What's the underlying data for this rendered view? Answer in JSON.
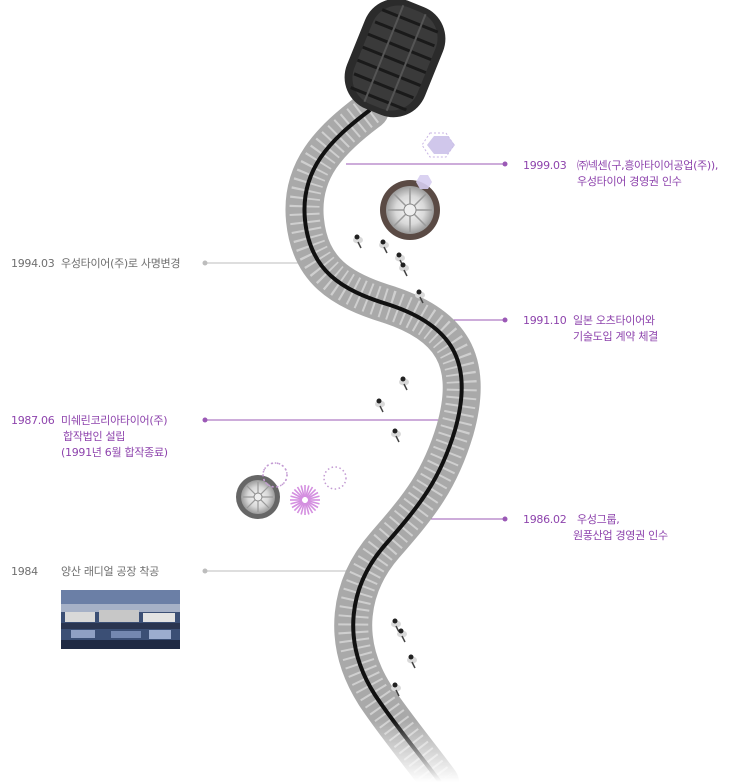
{
  "colors": {
    "purple_accent": "#9b59b6",
    "gray_text": "#6f6f6f",
    "road_gray": "#a9a9a9",
    "road_line": "#111111"
  },
  "events": [
    {
      "year": "1999.03",
      "lines": [
        "㈜넥센(구,흥아타이어공업(주)),",
        "우성타이어 경영권 인수"
      ],
      "color": "purple"
    },
    {
      "year": "1994.03",
      "lines": [
        "우성타이어(주)로 사명변경"
      ],
      "color": "gray"
    },
    {
      "year": "1991.10",
      "lines": [
        "일본 오츠타이어와",
        "기술도입 계약 체결"
      ],
      "color": "purple"
    },
    {
      "year": "1987.06",
      "lines": [
        "미쉐린코리아타이어(주)",
        "합작법인 설립",
        "(1991년 6월 합작종료)"
      ],
      "color": "purple"
    },
    {
      "year": "1986.02",
      "lines": [
        "우성그룹,",
        "원풍산업 경영권 인수"
      ],
      "color": "purple"
    },
    {
      "year": "1984",
      "lines": [
        "양산 래디얼 공장 착공"
      ],
      "color": "gray"
    }
  ],
  "icons": {
    "top_tire": "tire-icon",
    "wheel_upper": "wheel-icon",
    "wheel_lower": "wheel-icon",
    "hexagon": "hexagon-icon",
    "starburst": "starburst-icon",
    "dotted_circle": "dotted-circle-icon",
    "people": "person-icon",
    "photo": "factory-photo"
  }
}
